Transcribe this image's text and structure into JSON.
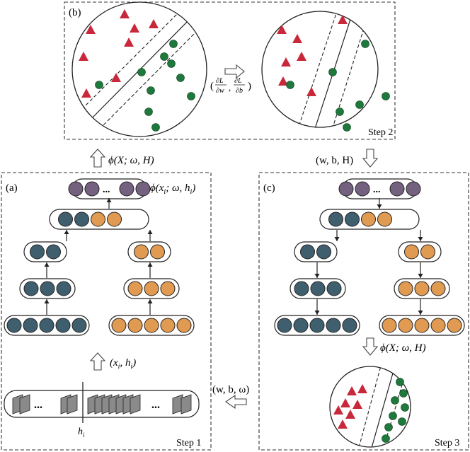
{
  "colors": {
    "blue": "#3f5f6e",
    "orange": "#e09a52",
    "purple": "#74607f",
    "triangle": "#c8283a",
    "dot": "#1e7a3c",
    "frame": "#b3b3b3"
  },
  "labels": {
    "panel_a": "(a)",
    "panel_b": "(b)",
    "panel_c": "(c)",
    "step1": "Step 1",
    "step2": "Step 2",
    "step3": "Step 3",
    "phi_top": "ϕ(X; ω, H)",
    "phi_node": "ϕ(x",
    "phi_node_rest": "; ω, h",
    "phi_node_end": ")",
    "i_sub": "i",
    "w_b_H": "(w, b, H)",
    "w_b_omega": "(w, b, ω)",
    "x_h": "(x",
    "x_h_mid": ", h",
    "x_h_end": ")",
    "phi_step3": "ϕ(X; ω, H)",
    "grad_open": "(",
    "grad_dL": "∂L",
    "grad_dw": "∂w",
    "grad_db": "∂b",
    "grad_comma": ",",
    "grad_close": ")",
    "h_label": "h",
    "dots": "..."
  },
  "icons": {
    "arrow_right_outline": "hollow-arrow-right",
    "arrow_left_outline": "hollow-arrow-left",
    "arrow_up_outline": "hollow-arrow-up",
    "arrow_down_outline": "hollow-arrow-down"
  }
}
